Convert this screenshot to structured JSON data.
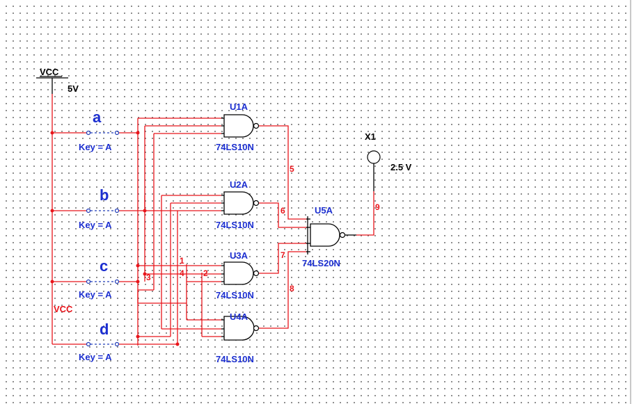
{
  "power": {
    "label": "VCC",
    "voltage": "5V",
    "rail_label": "VCC"
  },
  "switches": [
    {
      "name": "a",
      "key": "Key = A"
    },
    {
      "name": "b",
      "key": "Key = A"
    },
    {
      "name": "c",
      "key": "Key = A"
    },
    {
      "name": "d",
      "key": "Key = A"
    }
  ],
  "gates": [
    {
      "ref": "U1A",
      "part": "74LS10N"
    },
    {
      "ref": "U2A",
      "part": "74LS10N"
    },
    {
      "ref": "U3A",
      "part": "74LS10N"
    },
    {
      "ref": "U4A",
      "part": "74LS10N"
    },
    {
      "ref": "U5A",
      "part": "74LS20N"
    }
  ],
  "probe": {
    "ref": "X1",
    "voltage": "2.5 V"
  },
  "nets": [
    "1",
    "2",
    "3",
    "4",
    "5",
    "6",
    "7",
    "8",
    "9"
  ],
  "colors": {
    "wire": "#e8151b",
    "label": "#1c2fd0",
    "component": "#000000"
  }
}
